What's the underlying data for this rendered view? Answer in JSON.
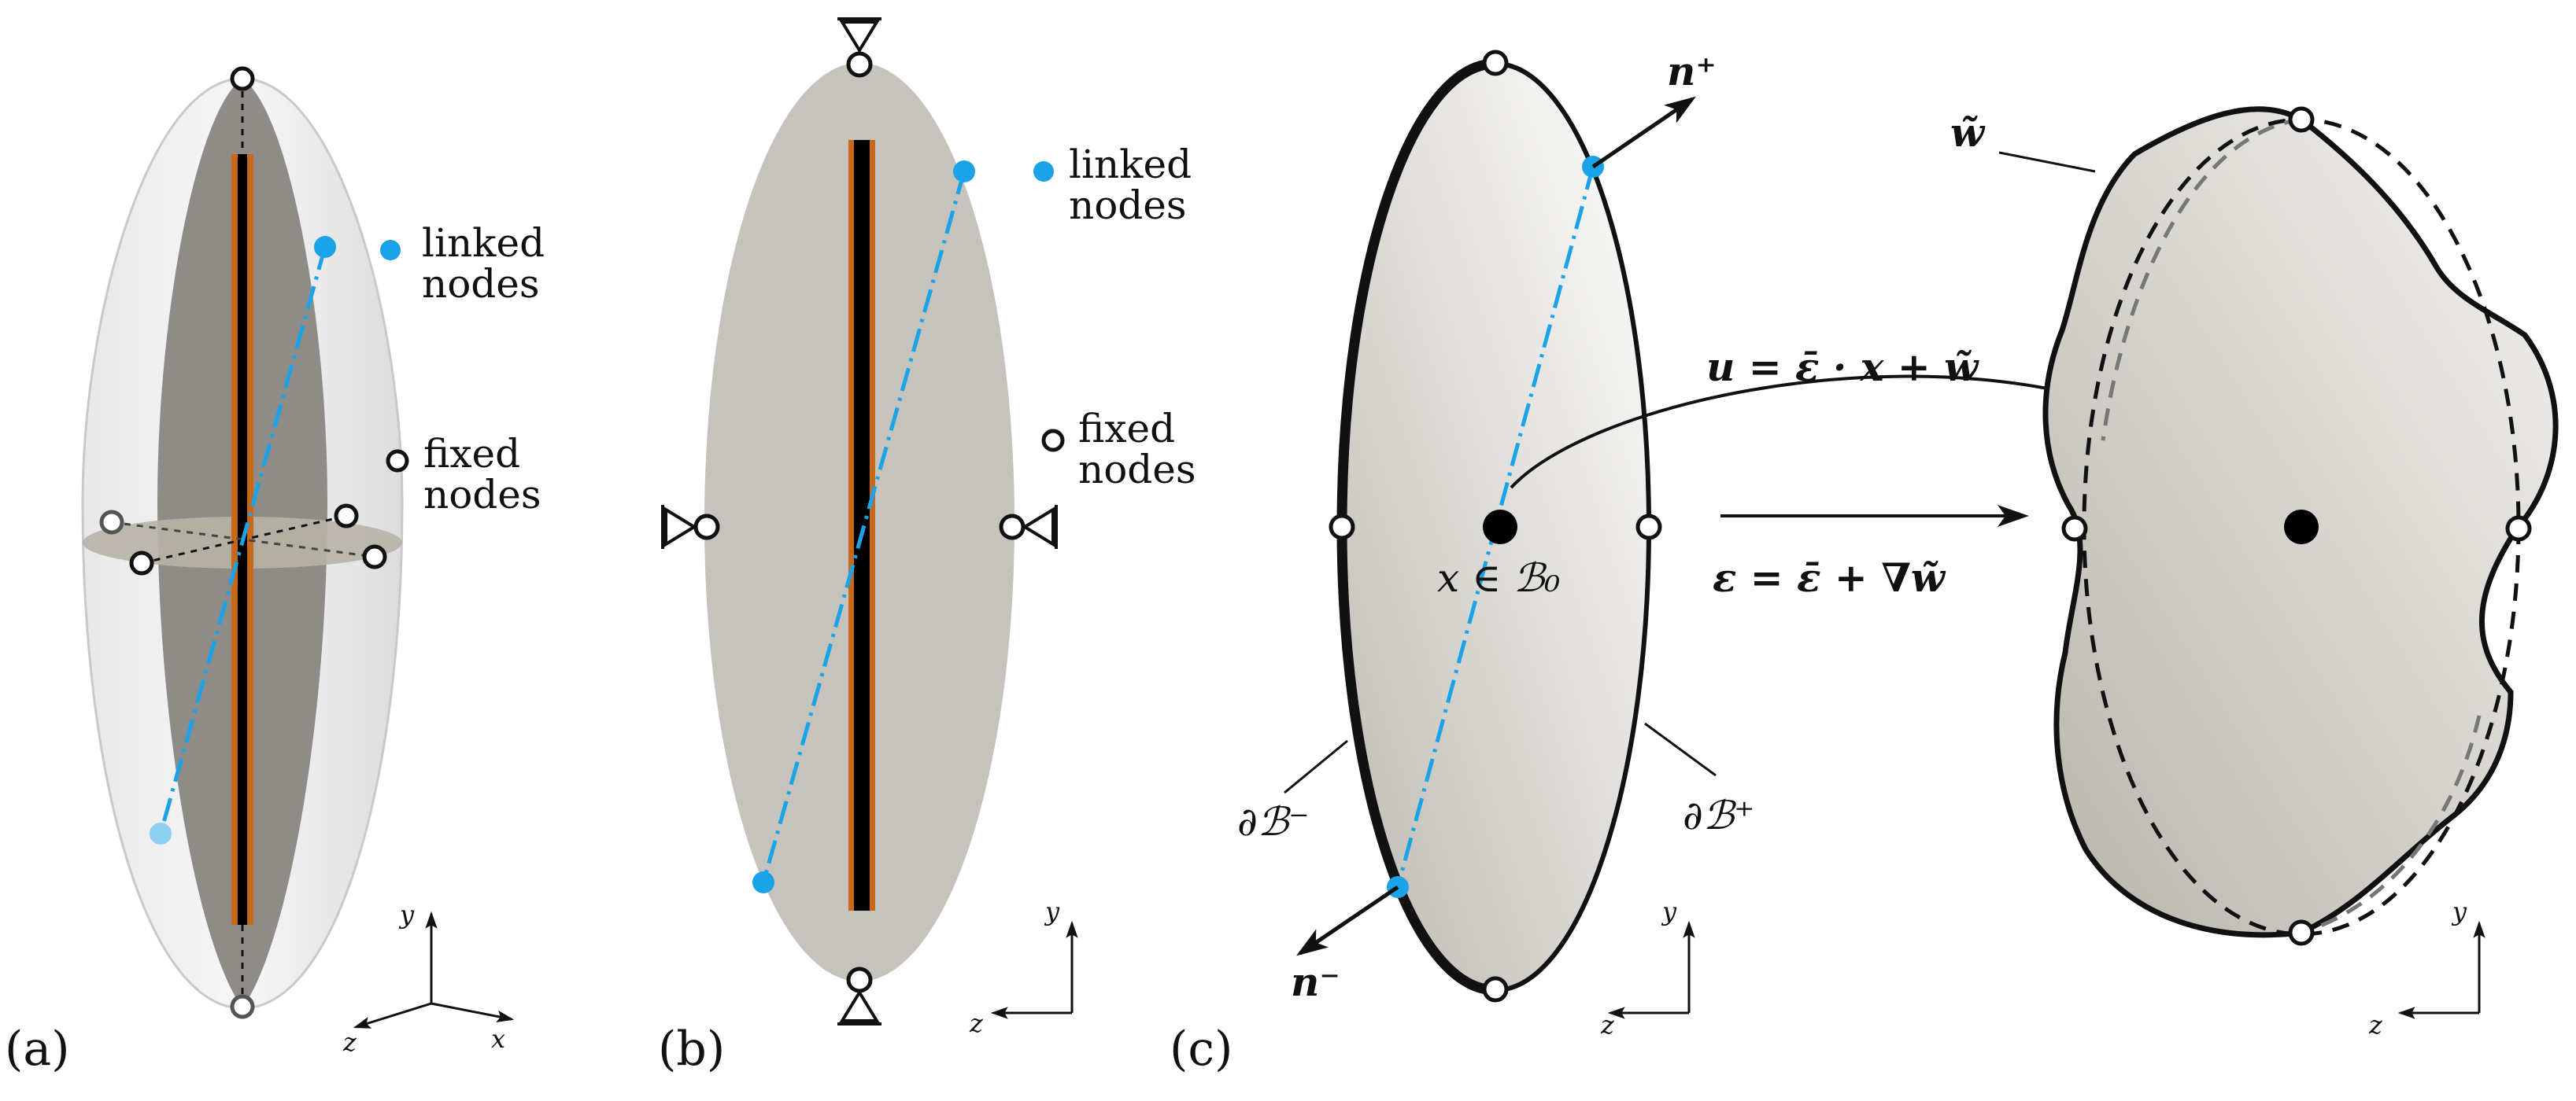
{
  "panel_labels": {
    "a": "(a)",
    "b": "(b)",
    "c": "(c)"
  },
  "legend": {
    "linked_line1": "linked",
    "linked_line2": "nodes",
    "fixed_line1": "fixed",
    "fixed_line2": "nodes"
  },
  "axes": {
    "x": "x",
    "y": "y",
    "z": "z"
  },
  "panel_c": {
    "n_plus": "n⁺",
    "n_minus": "n⁻",
    "point_label": "x ∈ ℬ₀",
    "boundary_minus": "∂ℬ⁻",
    "boundary_plus": "∂ℬ⁺",
    "displacement_eq": "u = ε̄ · x + w̃",
    "strain_eq": "ε = ε̄ + ∇w̃",
    "fluctuation": "w̃"
  },
  "colors": {
    "linked_node": "#1aa3e8",
    "fiber_core": "#000000",
    "fiber_sheath": "#c8681a",
    "matrix": "#c6c3bc"
  }
}
